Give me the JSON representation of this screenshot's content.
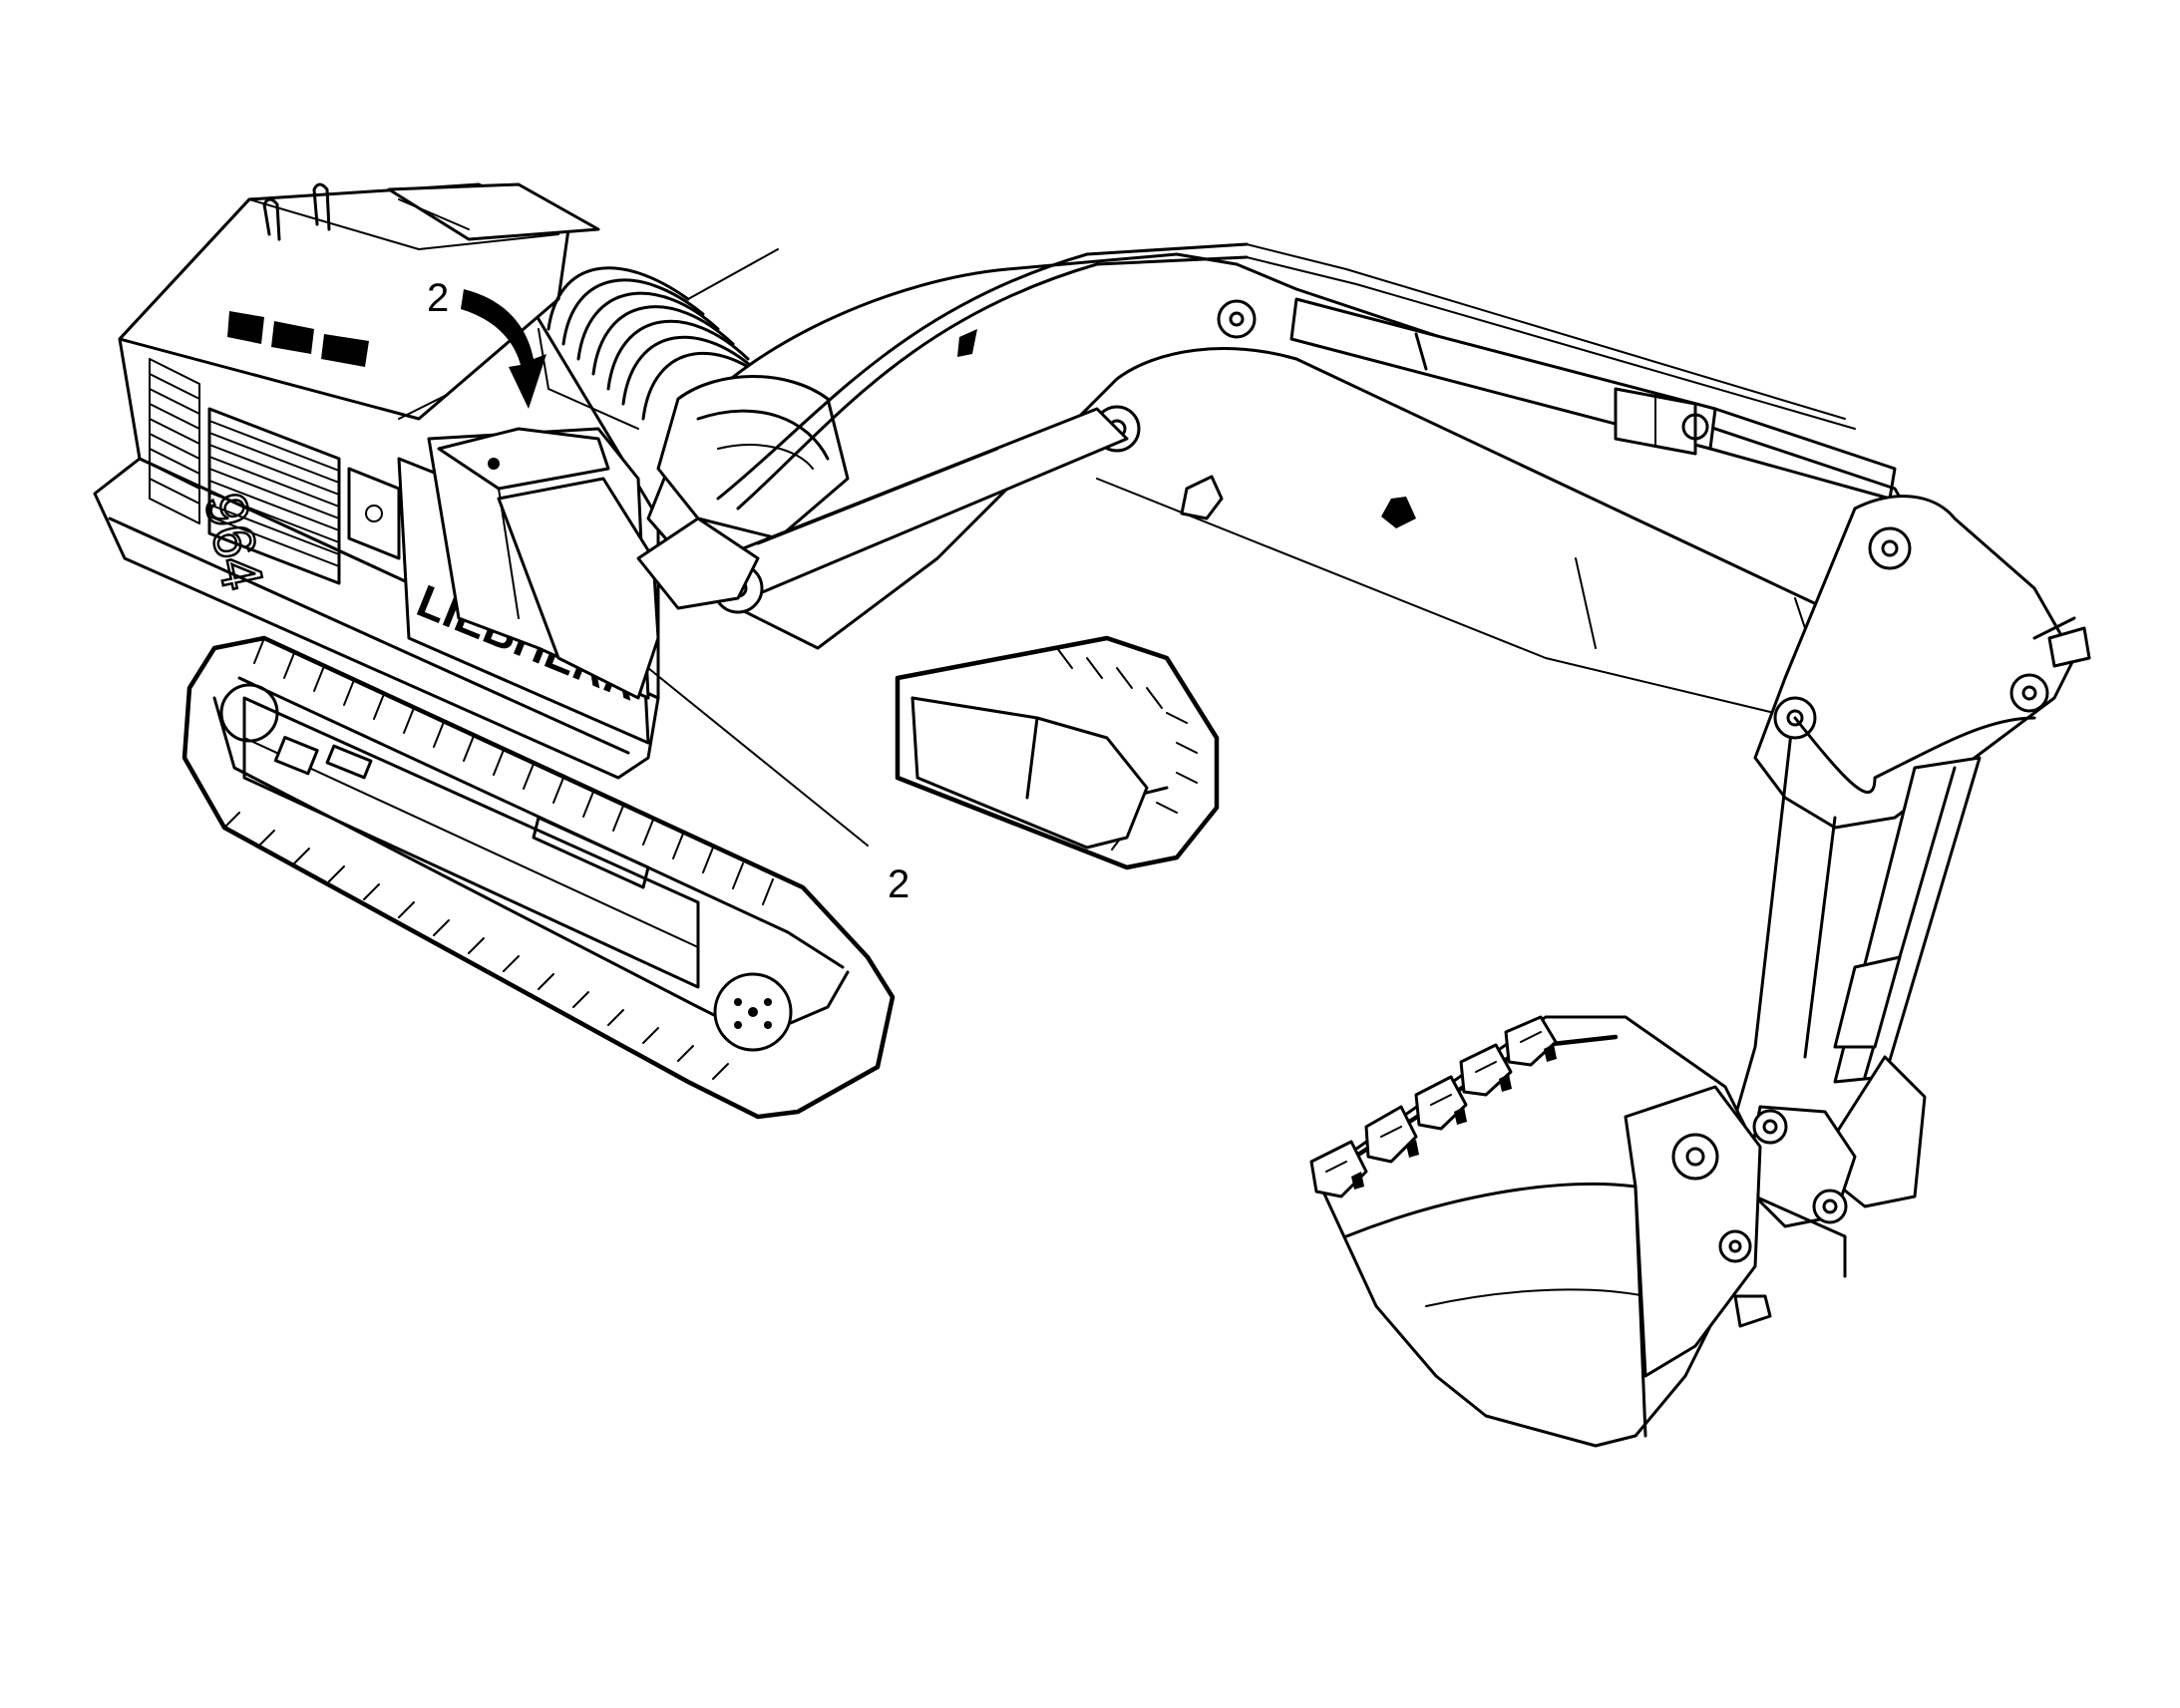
{
  "figure": {
    "callouts": [
      {
        "id": "upper",
        "label": "2"
      },
      {
        "id": "lower",
        "label": "2"
      }
    ],
    "machine": {
      "brand_marking": "LIEBHERR",
      "model_marking": "964"
    }
  }
}
